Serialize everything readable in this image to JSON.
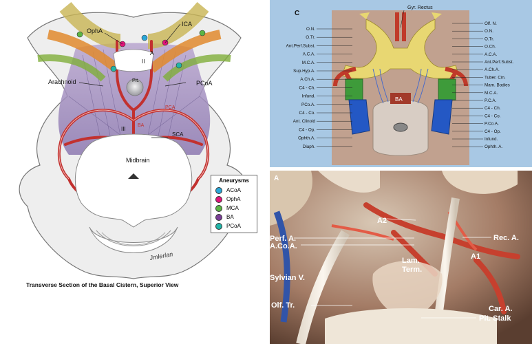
{
  "left_panel": {
    "caption": "Transverse Section of the Basal Cistern, Superior View",
    "labels": {
      "opha": "OphA",
      "ica": "ICA",
      "ii": "II",
      "a": "A",
      "pit": "Pit.",
      "arachnoid": "Arachnoid",
      "pcoa": "PCoA",
      "pca": "PCA",
      "iii": "III",
      "ba": "BA",
      "sca": "SCA",
      "midbrain": "Midbrain"
    },
    "legend": {
      "title": "Aneurysms",
      "items": [
        {
          "label": "ACoA",
          "color": "#2aa7d8"
        },
        {
          "label": "OphA",
          "color": "#e0147a"
        },
        {
          "label": "MCA",
          "color": "#5cb545"
        },
        {
          "label": "BA",
          "color": "#7b3f98"
        },
        {
          "label": "PCoA",
          "color": "#22b5a8"
        }
      ]
    },
    "signature": "Jmlerlan"
  },
  "panel_c": {
    "letter": "C",
    "top_label": "Gyr. Rectus",
    "left_labels": [
      "O.N.",
      "O.Tr.",
      "Ant.Perf.Subst.",
      "A.C.A.",
      "M.C.A.",
      "Sup.Hyp.A.",
      "A.Ch.A.",
      "C4 - Ch.",
      "Infund.",
      "PCo.A.",
      "C4 - Co.",
      "Ant. Clinoid",
      "C4 - Op.",
      "Ophth.A.",
      "Diaph."
    ],
    "right_labels": [
      "Olf. N.",
      "O.N.",
      "O.Tr.",
      "O.Ch.",
      "A.C.A.",
      "Ant.Perf.Subst.",
      "A.Ch.A.",
      "Tuber. Cin.",
      "Mam. Bodies",
      "M.C.A.",
      "P.C.A.",
      "C4 - Ch.",
      "C4 - Co.",
      "P.Co.A.",
      "C4 - Op.",
      "Infund.",
      "Ophth. A."
    ],
    "center_label": "BA"
  },
  "panel_photo": {
    "letter": "A",
    "labels": {
      "a2": "A2",
      "perf_a": "Perf. A.",
      "acoa": "A.Co.A.",
      "rec_a": "Rec. A.",
      "a1": "A1",
      "lam_term": "Lam.\nTerm.",
      "lam_line1": "Lam.",
      "lam_line2": "Term.",
      "sylvian": "Sylvian V.",
      "olf_tr": "Olf. Tr.",
      "car_a": "Car. A.",
      "pit_stalk": "Pit. Stalk"
    }
  }
}
